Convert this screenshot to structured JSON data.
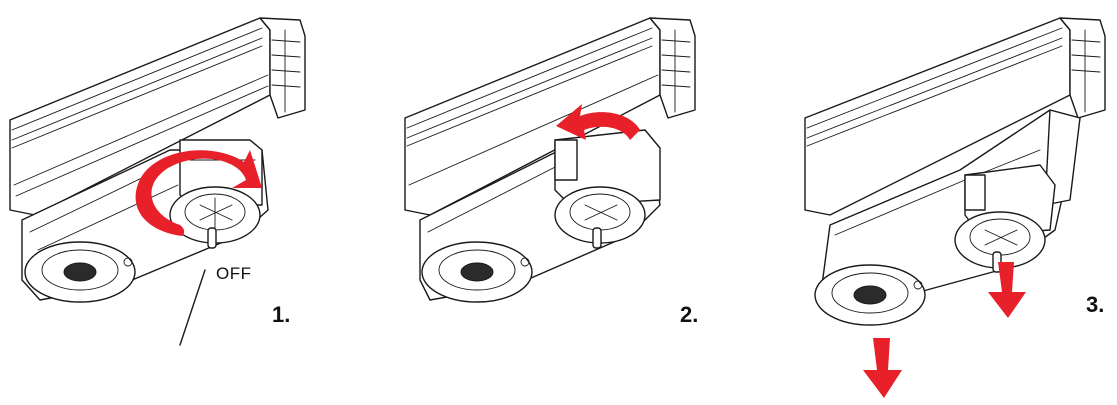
{
  "panels": [
    {
      "number": "1.",
      "callout": "OFF",
      "arrow": "rotate-clockwise",
      "arrow_color": "#e8202a"
    },
    {
      "number": "2.",
      "arrow": "rotate-counterclockwise",
      "arrow_color": "#e8202a"
    },
    {
      "number": "3.",
      "arrow": "pull-down",
      "arrow_color": "#e8202a"
    }
  ]
}
